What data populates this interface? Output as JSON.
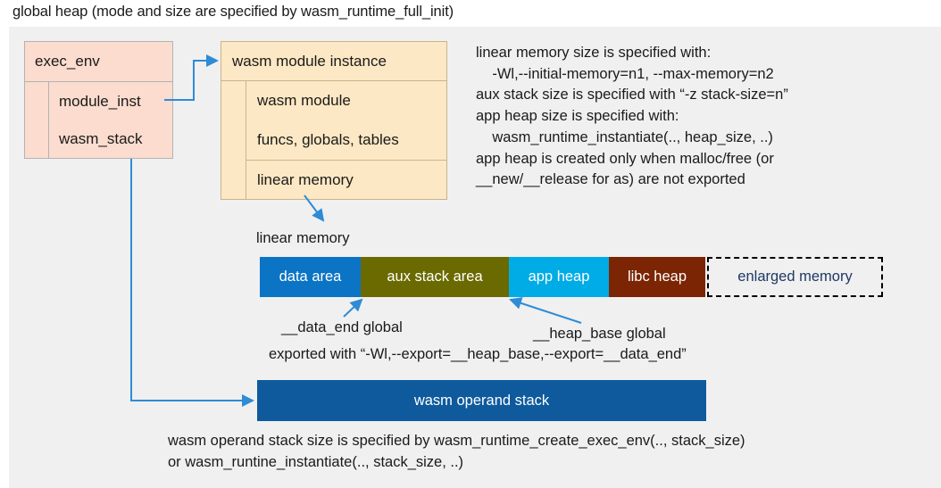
{
  "title": "global heap (mode and size are specified by wasm_runtime_full_init)",
  "exec_env": {
    "header": "exec_env",
    "fields": [
      "module_inst",
      "wasm_stack"
    ]
  },
  "module_instance": {
    "header": "wasm module instance",
    "fields": [
      "wasm module",
      "funcs, globals, tables",
      "linear memory"
    ]
  },
  "notes": "linear memory size is specified with:\n    -Wl,--initial-memory=n1, --max-memory=n2\naux stack size is specified with “-z stack-size=n”\napp heap size is specified with:\n    wasm_runtime_instantiate(.., heap_size, ..)\napp heap is created only when malloc/free (or\n__new/__release for as) are not exported",
  "linear_memory": {
    "label": "linear memory",
    "segments": [
      {
        "label": "data area",
        "color": "#0b74c4",
        "text_color": "#ffffff",
        "width": 113
      },
      {
        "label": "aux stack area",
        "color": "#6b6a00",
        "text_color": "#ffffff",
        "width": 166
      },
      {
        "label": "app heap",
        "color": "#00ace6",
        "text_color": "#ffffff",
        "width": 112
      },
      {
        "label": "libc heap",
        "color": "#7b2504",
        "text_color": "#ffffff",
        "width": 108
      },
      {
        "label": "enlarged memory",
        "color": "#f0f0f0",
        "text_color": "#1f3864",
        "width": 197
      }
    ],
    "annotations": {
      "data_end": "__data_end global",
      "heap_base": "__heap_base global",
      "exported": "exported with “-Wl,--export=__heap_base,--export=__data_end”"
    }
  },
  "operand_stack": {
    "label": "wasm operand stack",
    "color": "#0e5a9c",
    "notes": "wasm operand stack size is specified by wasm_runtime_create_exec_env(.., stack_size)\nor wasm_runtine_instantiate(.., stack_size, ..)"
  },
  "colors": {
    "panel_background": "#f0f0f0",
    "exec_env_fill": "#fbdcce",
    "module_fill": "#fce8c4",
    "connector": "#2e8bd6"
  }
}
